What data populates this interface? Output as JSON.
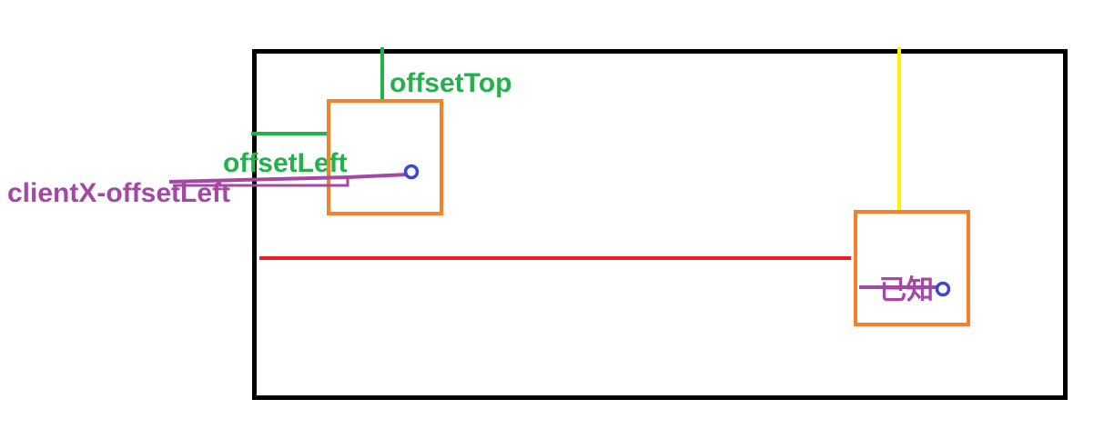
{
  "labels": {
    "offset_top": "offsetTop",
    "offset_left": "offsetLeft",
    "client_x_offset_left": "clientX-offsetLeft",
    "known": "已知"
  },
  "colors": {
    "container_border": "#000000",
    "box_border": "#f5802a",
    "offset_lines": "#22b14c",
    "client_line": "#a349a4",
    "horizontal_line": "#ed1c24",
    "vertical_line": "#fff200",
    "cursor_dot": "#3f48cc"
  }
}
